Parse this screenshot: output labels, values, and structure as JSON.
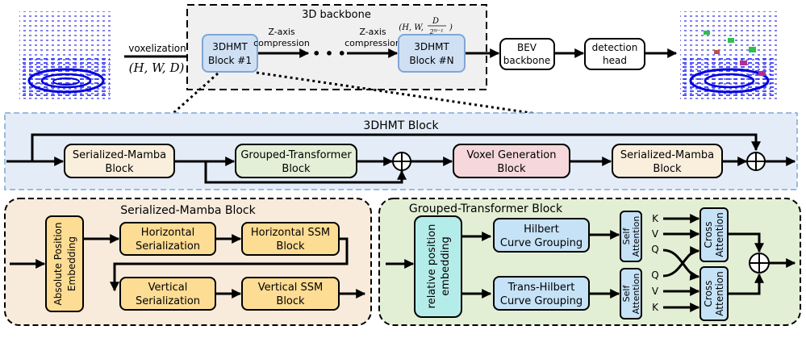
{
  "top": {
    "voxelization": "voxelization",
    "input_shape": "(H, W, D)",
    "backbone_title": "3D backbone",
    "block1": [
      "3DHMT",
      "Block #1"
    ],
    "zaxis1": [
      "Z-axis",
      "compression"
    ],
    "ellipsis": "• • •",
    "zaxis2": [
      "Z-axis",
      "compression"
    ],
    "output_shape_prefix": "(H, W, ",
    "output_shape_num": "D",
    "output_shape_den": "2ᴺ⁻¹",
    "output_shape_suffix": ")",
    "blockN": [
      "3DHMT",
      "Block #N"
    ],
    "bev": [
      "BEV",
      "backbone"
    ],
    "det": [
      "detection",
      "head"
    ]
  },
  "hmt": {
    "title": "3DHMT Block",
    "mamba1": [
      "Serialized-Mamba",
      "Block"
    ],
    "grouped": [
      "Grouped-Transformer",
      "Block"
    ],
    "voxelgen": [
      "Voxel Generation",
      "Block"
    ],
    "mamba2": [
      "Serialized-Mamba",
      "Block"
    ]
  },
  "sm": {
    "title": "Serialized-Mamba Block",
    "ape": [
      "Absolute  Position",
      "Embedding"
    ],
    "hser": [
      "Horizontal",
      "Serialization"
    ],
    "hssm": [
      "Horizontal SSM",
      "Block"
    ],
    "vser": [
      "Vertical",
      "Serialization"
    ],
    "vssm": [
      "Vertical  SSM",
      "Block"
    ]
  },
  "gt": {
    "title": "Grouped-Transformer Block",
    "rpe": [
      "relative  position",
      "embedding"
    ],
    "hilbert": [
      "Hilbert",
      "Curve Grouping"
    ],
    "trans": [
      "Trans-Hilbert",
      "Curve Grouping"
    ],
    "self_attn": [
      "Self",
      "Attention"
    ],
    "cross_attn": [
      "Cross",
      "Attention"
    ],
    "k": "K",
    "v": "V",
    "q": "Q"
  },
  "colors": {
    "blue_box": "#cfe0f4",
    "blue_border": "#7fa6d6",
    "cream": "#faeedd",
    "green_box": "#e3efd7",
    "pink_box": "#f5d7dc",
    "peach_panel": "#f8ebdc",
    "orange_box": "#fddc94",
    "green_panel": "#e3efd5",
    "teal_box": "#b4ecea",
    "light_blue_box": "#c6e2f7"
  }
}
